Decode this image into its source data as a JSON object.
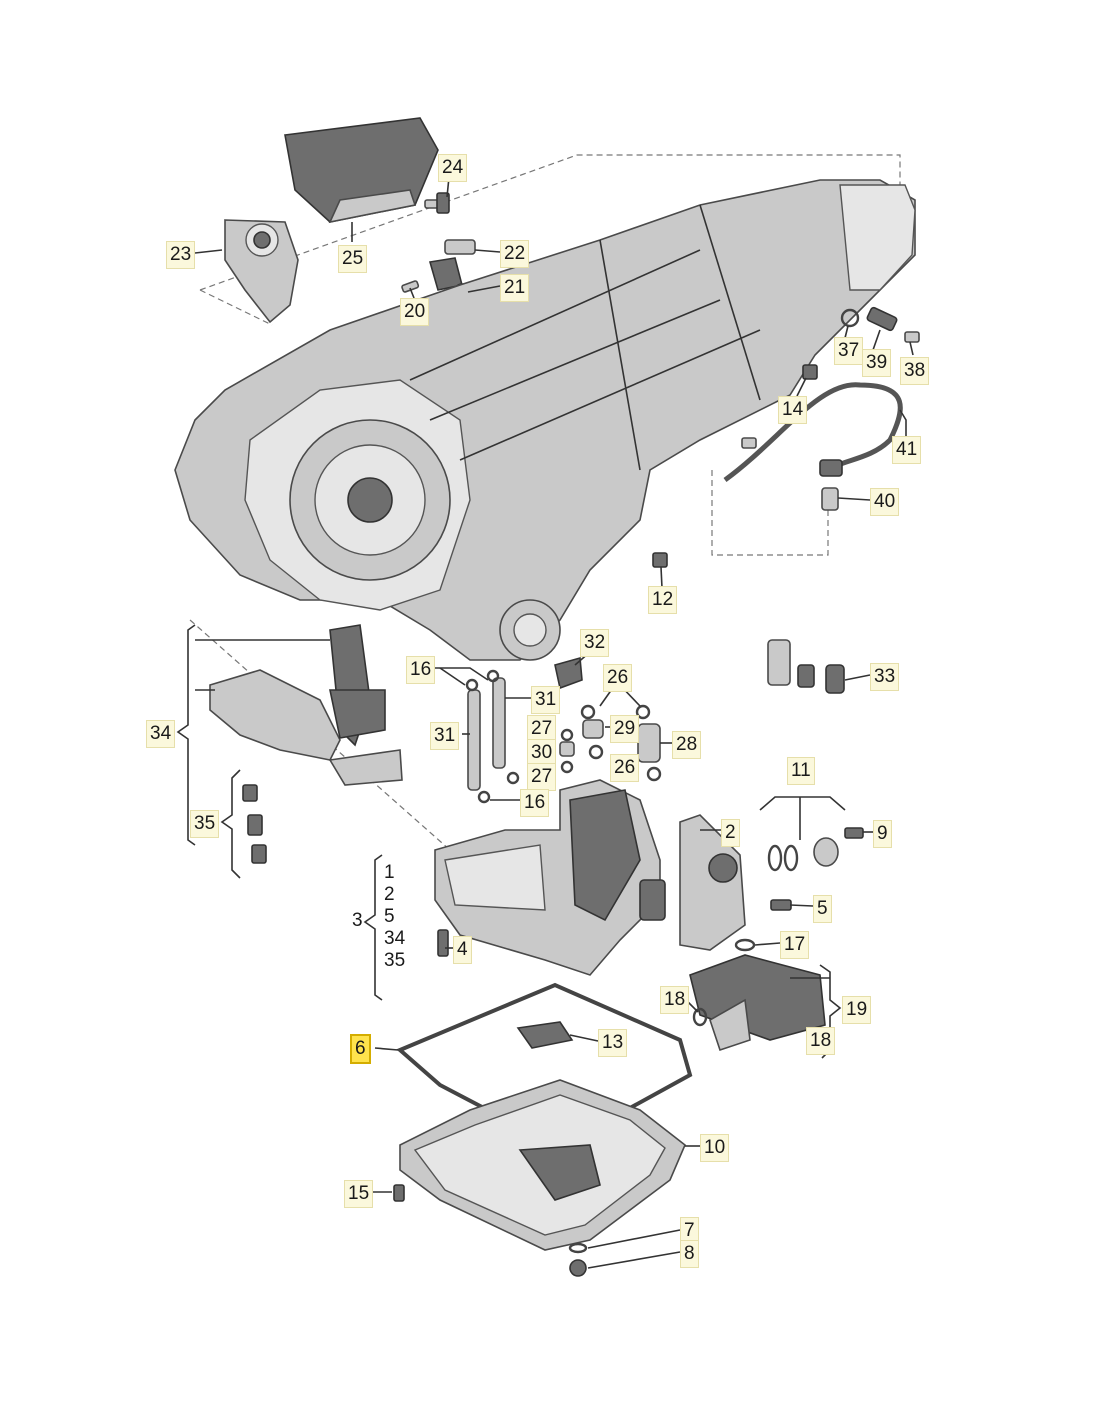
{
  "colors": {
    "label_background": "#fbf8dc",
    "highlight_background": "#ffe34d",
    "part_fill": "#c9c9c9",
    "part_outline": "#4a4a4a"
  },
  "callouts": {
    "c24": "24",
    "c23": "23",
    "c25": "25",
    "c22": "22",
    "c21": "21",
    "c20": "20",
    "c37": "37",
    "c39": "39",
    "c38": "38",
    "c14": "14",
    "c41": "41",
    "c40": "40",
    "c12": "12",
    "c32": "32",
    "c16a": "16",
    "c26a": "26",
    "c33": "33",
    "c31a": "31",
    "c34": "34",
    "c27a": "27",
    "c29": "29",
    "c31b": "31",
    "c30": "30",
    "c28": "28",
    "c27b": "27",
    "c26b": "26",
    "c16b": "16",
    "c11": "11",
    "c35": "35",
    "c2": "2",
    "c9": "9",
    "c5": "5",
    "c4": "4",
    "c17": "17",
    "c18a": "18",
    "c19": "19",
    "c6": "6",
    "c13": "13",
    "c18b": "18",
    "c10": "10",
    "c15": "15",
    "c7": "7",
    "c8": "8"
  },
  "group3": {
    "parent": "3",
    "members": [
      "1",
      "2",
      "5",
      "34",
      "35"
    ]
  }
}
